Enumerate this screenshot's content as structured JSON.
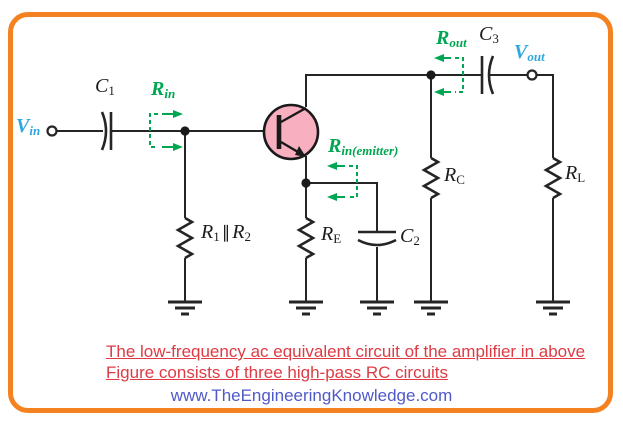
{
  "colors": {
    "border_orange": "#F58220",
    "wire_black": "#252525",
    "measure_green": "#00A651",
    "signal_cyan": "#2FA8E0",
    "transistor_pink": "#F8AFC0",
    "caption_red": "#DE3B44",
    "website_blue": "#5059C9"
  },
  "caption": {
    "line1": "The low-frequency ac equivalent circuit of the amplifier in above",
    "line2": "Figure consists of three high-pass RC circuits"
  },
  "website": "www.TheEngineeringKnowledge.com",
  "labels": {
    "vin": {
      "base": "V",
      "sub": "in"
    },
    "c1": {
      "base": "C",
      "sub": "1"
    },
    "rin": {
      "base": "R",
      "sub": "in"
    },
    "r1r2": {
      "base1": "R",
      "sub1": "1",
      "parallel": "∥",
      "base2": "R",
      "sub2": "2"
    },
    "rin_emitter": {
      "base": "R",
      "sub": "in(emitter)"
    },
    "re": {
      "base": "R",
      "sub": "E"
    },
    "c2": {
      "base": "C",
      "sub": "2"
    },
    "rout": {
      "base": "R",
      "sub": "out"
    },
    "c3": {
      "base": "C",
      "sub": "3"
    },
    "vout": {
      "base": "V",
      "sub": "out"
    },
    "rc": {
      "base": "R",
      "sub": "C"
    },
    "rl": {
      "base": "R",
      "sub": "L"
    }
  }
}
